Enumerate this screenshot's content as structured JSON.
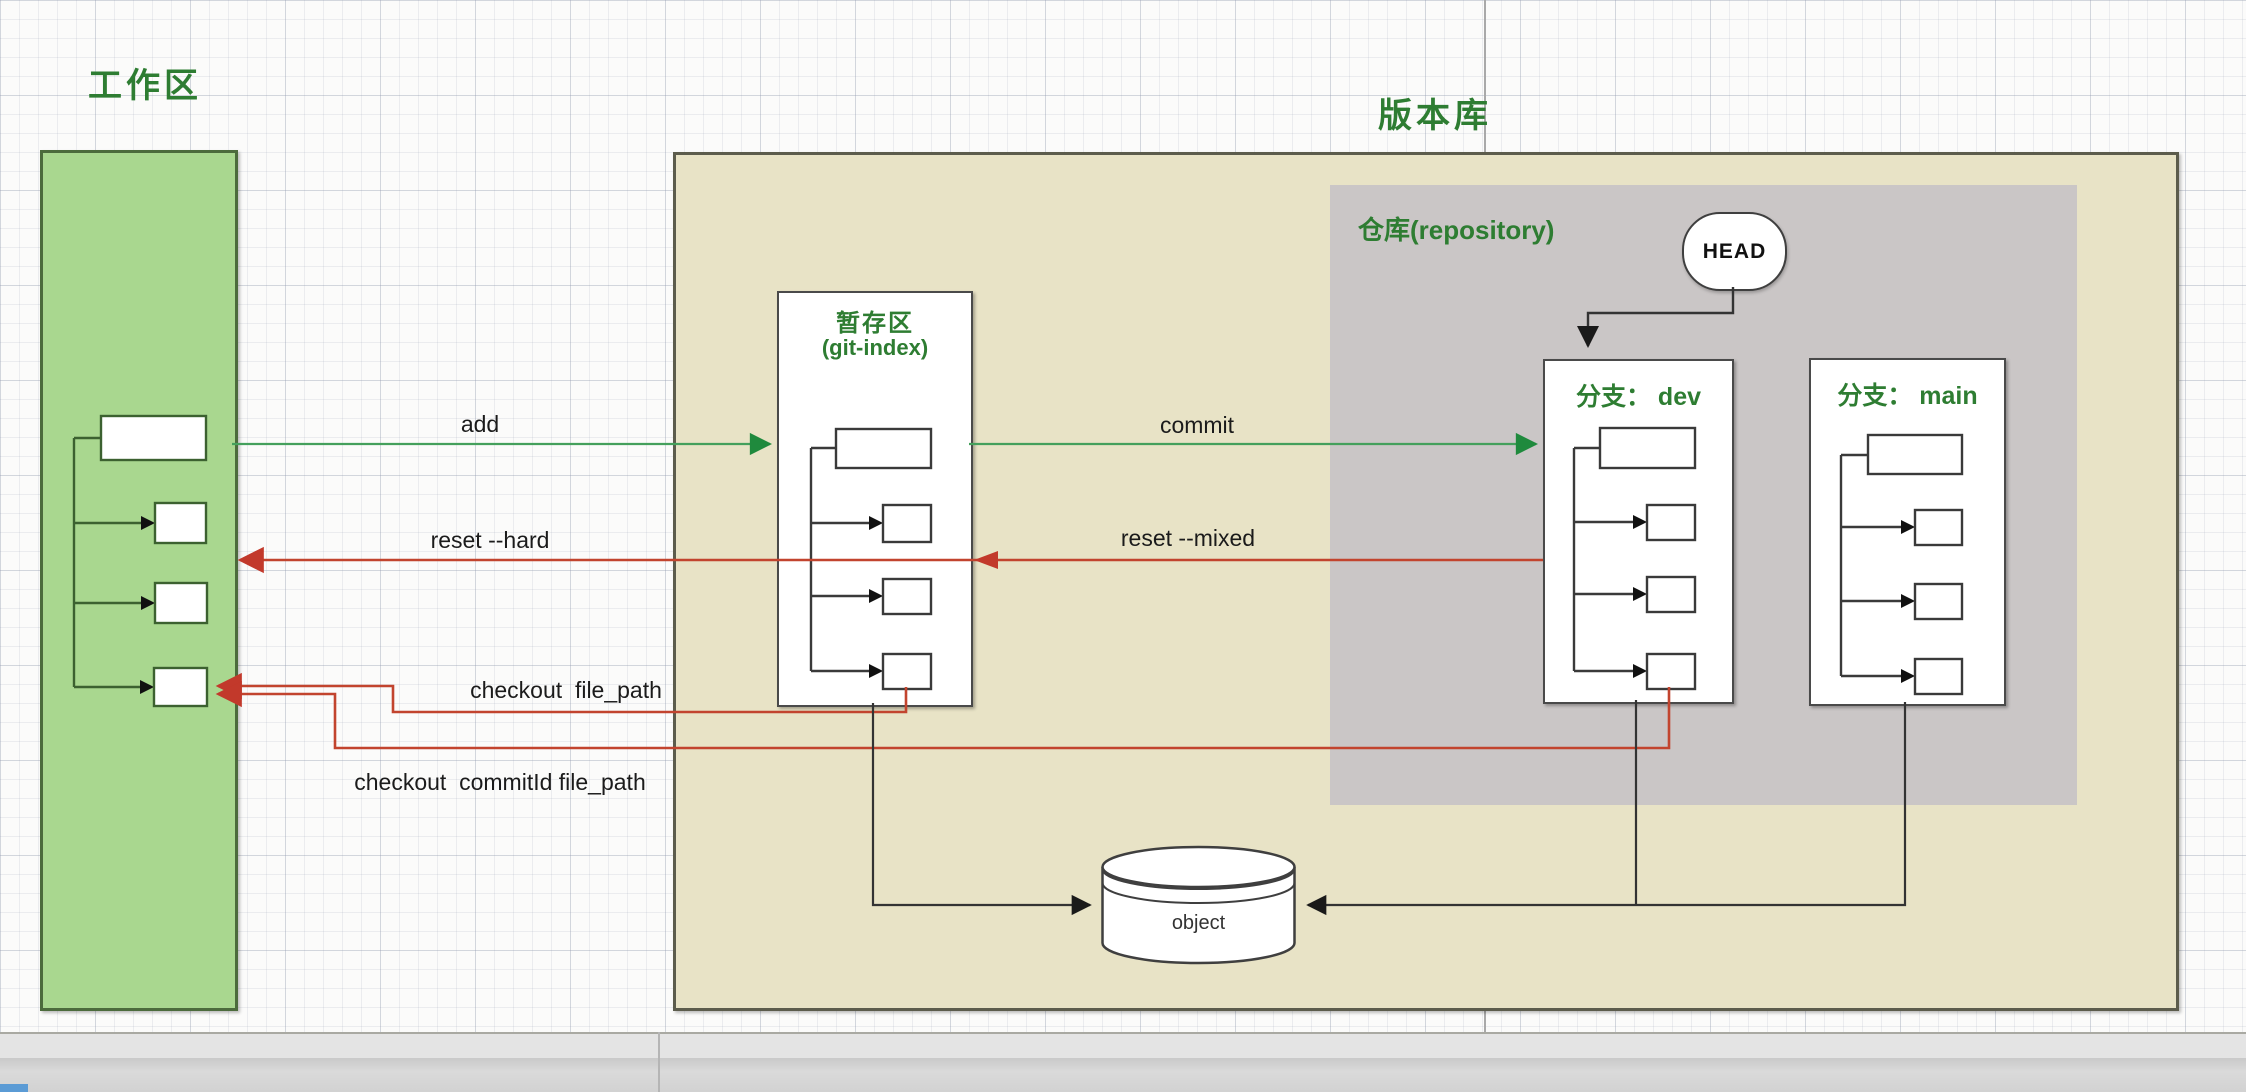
{
  "diagram": {
    "workspace_title": "工作区",
    "repository_title": "版本库",
    "inner_repository_label": "仓库(repository)",
    "staging": {
      "label_line1": "暂存区",
      "label_line2": "(git-index)"
    },
    "branch_dev_label": "分支： dev",
    "branch_main_label": "分支： main",
    "head_label": "HEAD",
    "object_label": "object",
    "arrow_labels": {
      "add": "add",
      "commit": "commit",
      "reset_hard": "reset --hard",
      "reset_mixed": "reset --mixed",
      "checkout_file": "checkout  file_path",
      "checkout_commit": "checkout  commitId file_path"
    },
    "colors": {
      "workspace_fill": "#a9d78f",
      "repository_fill": "#e8e3c6",
      "inner_repository_fill": "#cac6c6",
      "label_green": "#2e7d32",
      "green_arrow": "#44a05c",
      "red_arrow": "#c2442e",
      "black_line": "#333333"
    }
  }
}
